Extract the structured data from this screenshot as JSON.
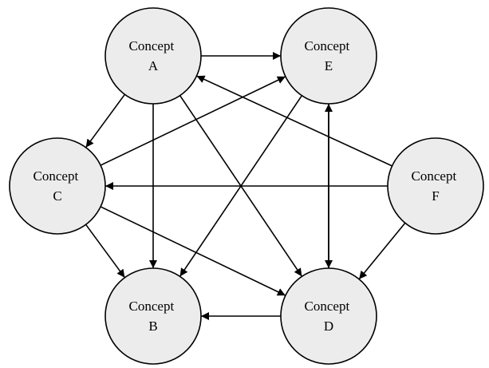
{
  "colors": {
    "node_fill": "#ececec",
    "stroke": "#000000",
    "background": "#ffffff"
  },
  "nodes": [
    {
      "id": "A",
      "line1": "Concept",
      "line2": "A"
    },
    {
      "id": "E",
      "line1": "Concept",
      "line2": "E"
    },
    {
      "id": "C",
      "line1": "Concept",
      "line2": "C"
    },
    {
      "id": "F",
      "line1": "Concept",
      "line2": "F"
    },
    {
      "id": "B",
      "line1": "Concept",
      "line2": "B"
    },
    {
      "id": "D",
      "line1": "Concept",
      "line2": "D"
    }
  ],
  "edges": [
    {
      "from": "A",
      "to": "E"
    },
    {
      "from": "A",
      "to": "C"
    },
    {
      "from": "A",
      "to": "B"
    },
    {
      "from": "A",
      "to": "D"
    },
    {
      "from": "C",
      "to": "E"
    },
    {
      "from": "C",
      "to": "B"
    },
    {
      "from": "C",
      "to": "D"
    },
    {
      "from": "E",
      "to": "B"
    },
    {
      "from": "E",
      "to": "D"
    },
    {
      "from": "D",
      "to": "E"
    },
    {
      "from": "D",
      "to": "B"
    },
    {
      "from": "F",
      "to": "A"
    },
    {
      "from": "F",
      "to": "C"
    },
    {
      "from": "F",
      "to": "D"
    }
  ]
}
